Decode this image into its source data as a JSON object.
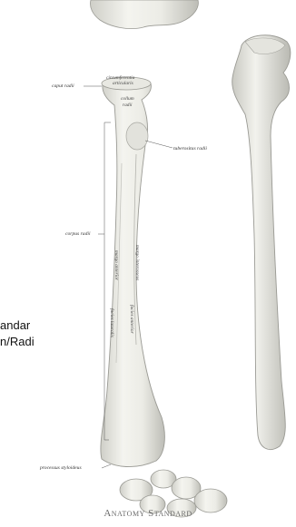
{
  "labels": {
    "circumferentia": "circumferentia",
    "articularis": "articularis",
    "caput_radii": "caput radii",
    "collum": "collum",
    "radii": "radii",
    "tuberositas_radii": "tuberositas radii",
    "corpus_radii": "corpus radii",
    "margo_interosseus": "margo interosseus",
    "margo_anterior": "margo anterior",
    "facies_anterior": "facies anterior",
    "facies_lateralis": "facies lateralis",
    "processus_styloideus": "processus styloideus"
  },
  "side_text": {
    "line1": "andar",
    "line2": "n/Radi"
  },
  "brand": "Anatomy Standard"
}
